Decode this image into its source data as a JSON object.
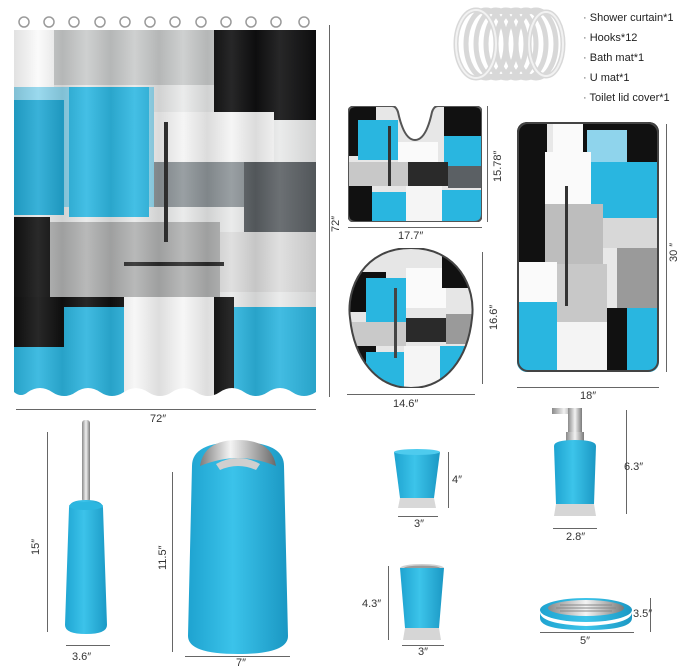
{
  "legend": {
    "items": [
      "Shower curtain*1",
      "Hooks*12",
      "Bath mat*1",
      "U mat*1",
      "Toilet lid cover*1"
    ]
  },
  "dimensions": {
    "curtain_height": "72″",
    "curtain_width": "72″",
    "umat_height": "15.78″",
    "umat_width": "17.7″",
    "lid_height": "16.6″",
    "lid_width": "14.6″",
    "bathmat_height": "30 ″",
    "bathmat_width": "18″",
    "brush_height": "15″",
    "brush_width": "3.6″",
    "bin_height": "11.5″",
    "bin_width": "7″",
    "cup_height": "4″",
    "cup_width": "3″",
    "dispenser_height": "6.3″",
    "dispenser_width": "2.8″",
    "holder_height": "4.3″",
    "holder_width": "3″",
    "soapdish_height": "3.5″",
    "soapdish_width": "5″"
  },
  "colors": {
    "accent_blue": "#29b6e0",
    "black": "#111111",
    "gray": "#a9aaaa"
  }
}
